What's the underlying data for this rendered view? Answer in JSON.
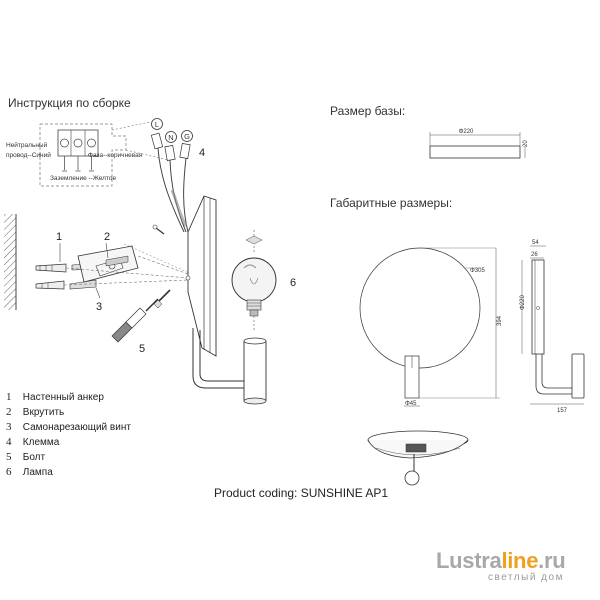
{
  "headings": {
    "instructions": "Инструкция по сборке",
    "base_size": "Размер базы:",
    "overall_dims": "Габаритные размеры:"
  },
  "wiring": {
    "neutral": [
      "Нейтральный",
      "провод--Синий"
    ],
    "phase": "Фаза--коричневая",
    "ground": "Заземление --Желтое",
    "terminals": [
      "L",
      "N",
      "G"
    ]
  },
  "callouts": [
    "1",
    "2",
    "3",
    "4",
    "5",
    "6"
  ],
  "legend": [
    {
      "num": "1",
      "label": "Настенный анкер"
    },
    {
      "num": "2",
      "label": "Вкрутить"
    },
    {
      "num": "3",
      "label": "Самонарезающий винт"
    },
    {
      "num": "4",
      "label": "Клемма"
    },
    {
      "num": "5",
      "label": "Болт"
    },
    {
      "num": "6",
      "label": "Лампа"
    }
  ],
  "dimensions": {
    "base_diameter": "Φ220",
    "base_height": "20",
    "disc_diameter": "Φ305",
    "overall_height": "394",
    "shade_diameter": "Φ45",
    "side_top": "54",
    "side_depth": "26",
    "side_base": "Φ220",
    "side_width": "157"
  },
  "product_coding": "Product coding: SUNSHINE AP1",
  "logo": {
    "part_a": "Lustra",
    "part_b": "line",
    "part_c": ".ru",
    "tagline": "светлый дом"
  },
  "colors": {
    "line": "#555555",
    "accent": "#f0a020",
    "logo_gray": "#a8a8a8"
  }
}
